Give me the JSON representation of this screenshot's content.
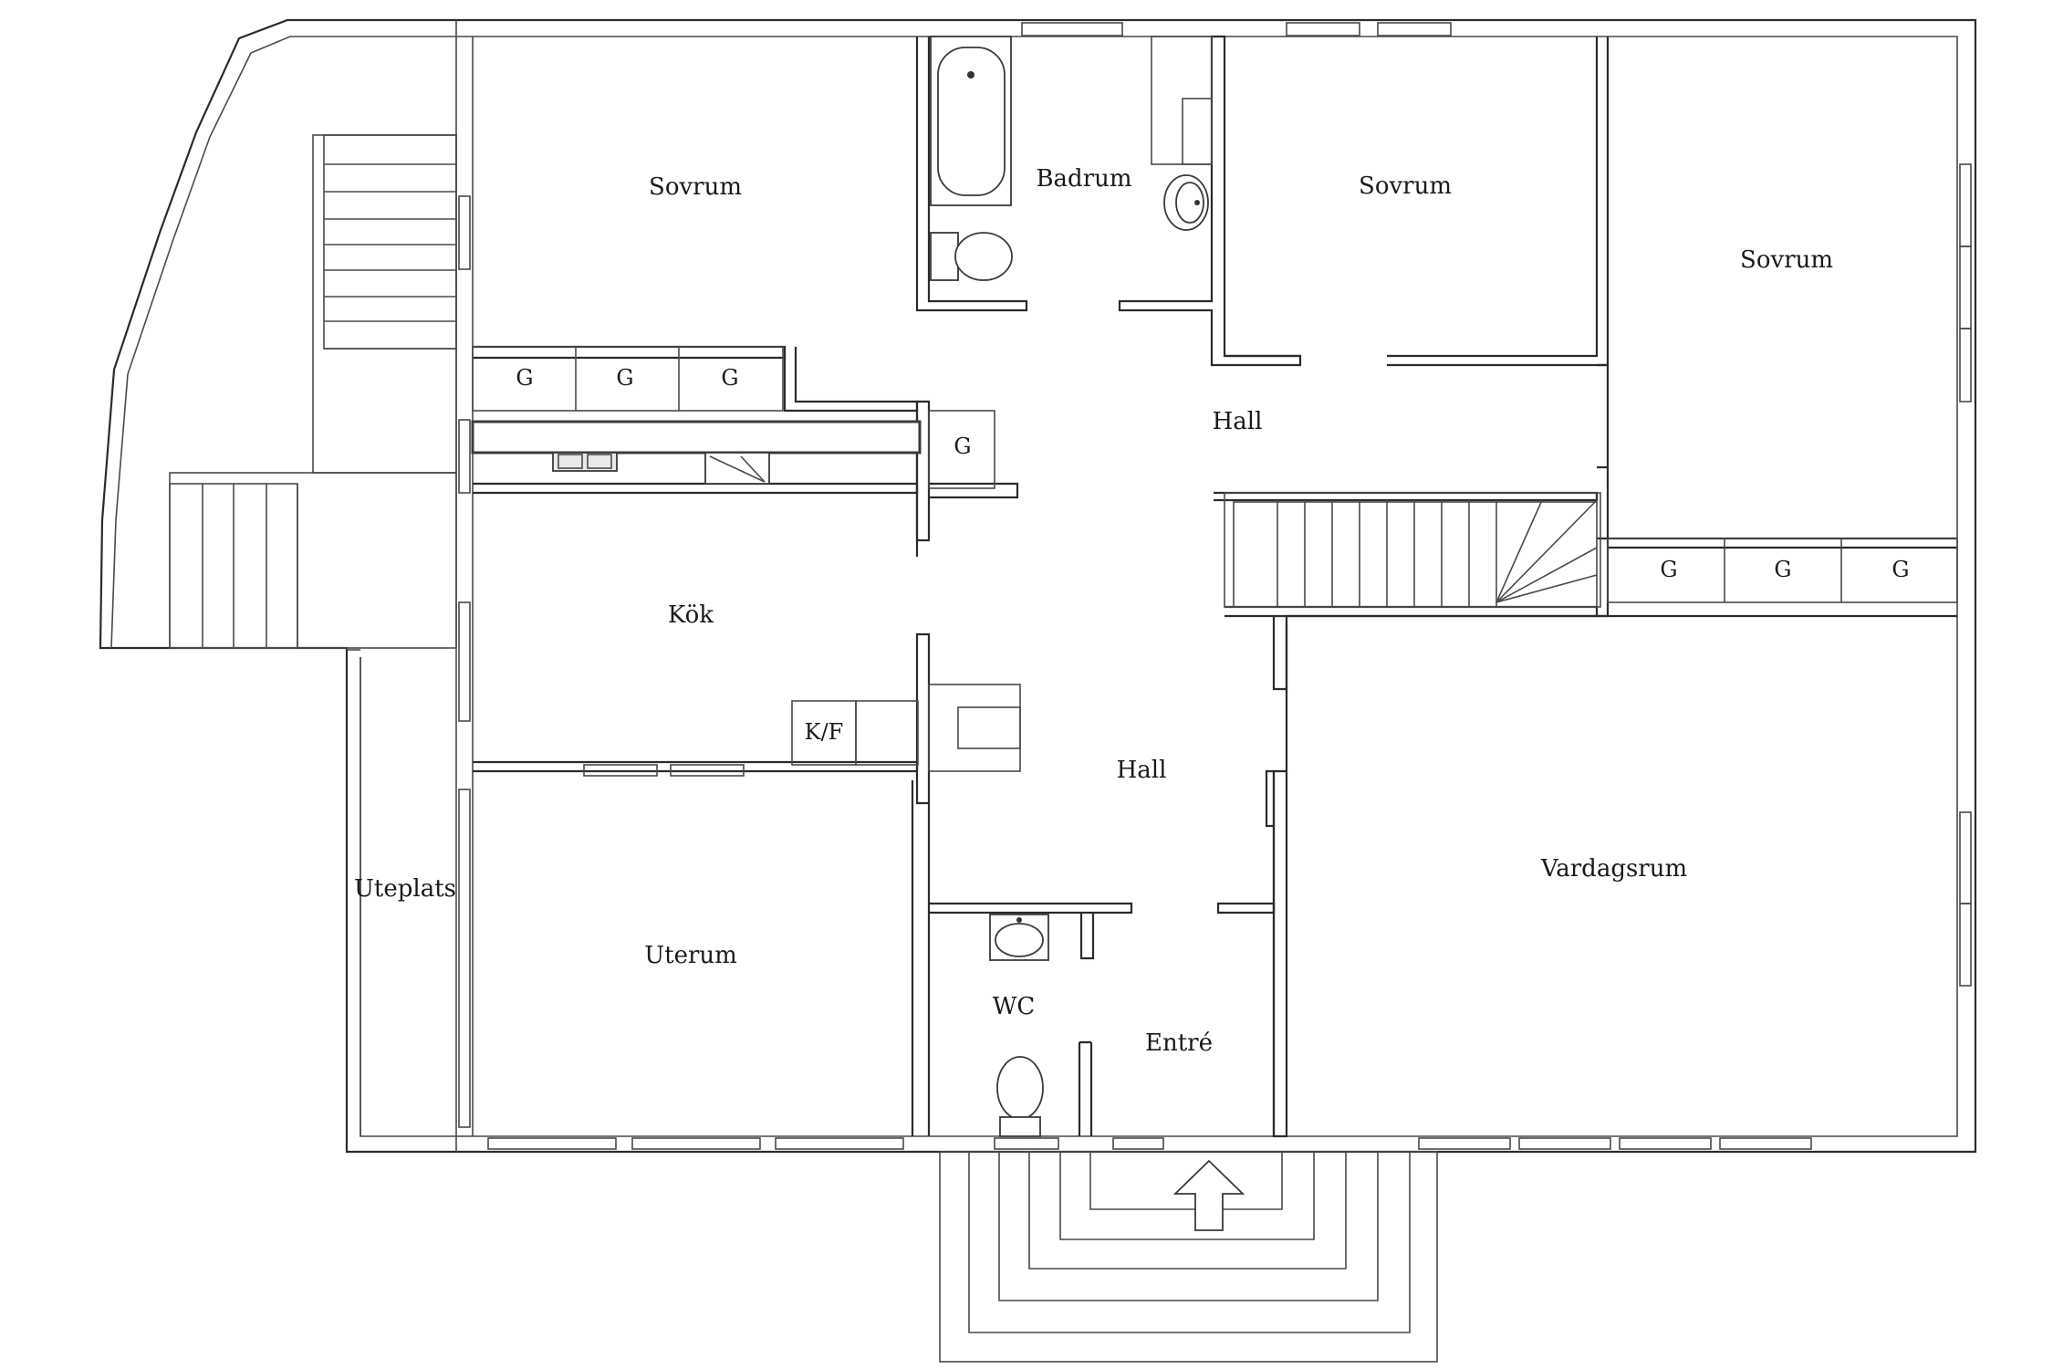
{
  "rooms": {
    "sovrum_1": "Sovrum",
    "badrum": "Badrum",
    "sovrum_2": "Sovrum",
    "sovrum_3": "Sovrum",
    "hall_upper": "Hall",
    "kok": "Kök",
    "hall_lower": "Hall",
    "uteplats": "Uteplats",
    "uterum": "Uterum",
    "vardagsrum": "Vardagsrum",
    "wc": "WC",
    "entre": "Entré"
  },
  "fixtures": {
    "wardrobe_label": "G",
    "fridge_freezer": "K/F"
  }
}
